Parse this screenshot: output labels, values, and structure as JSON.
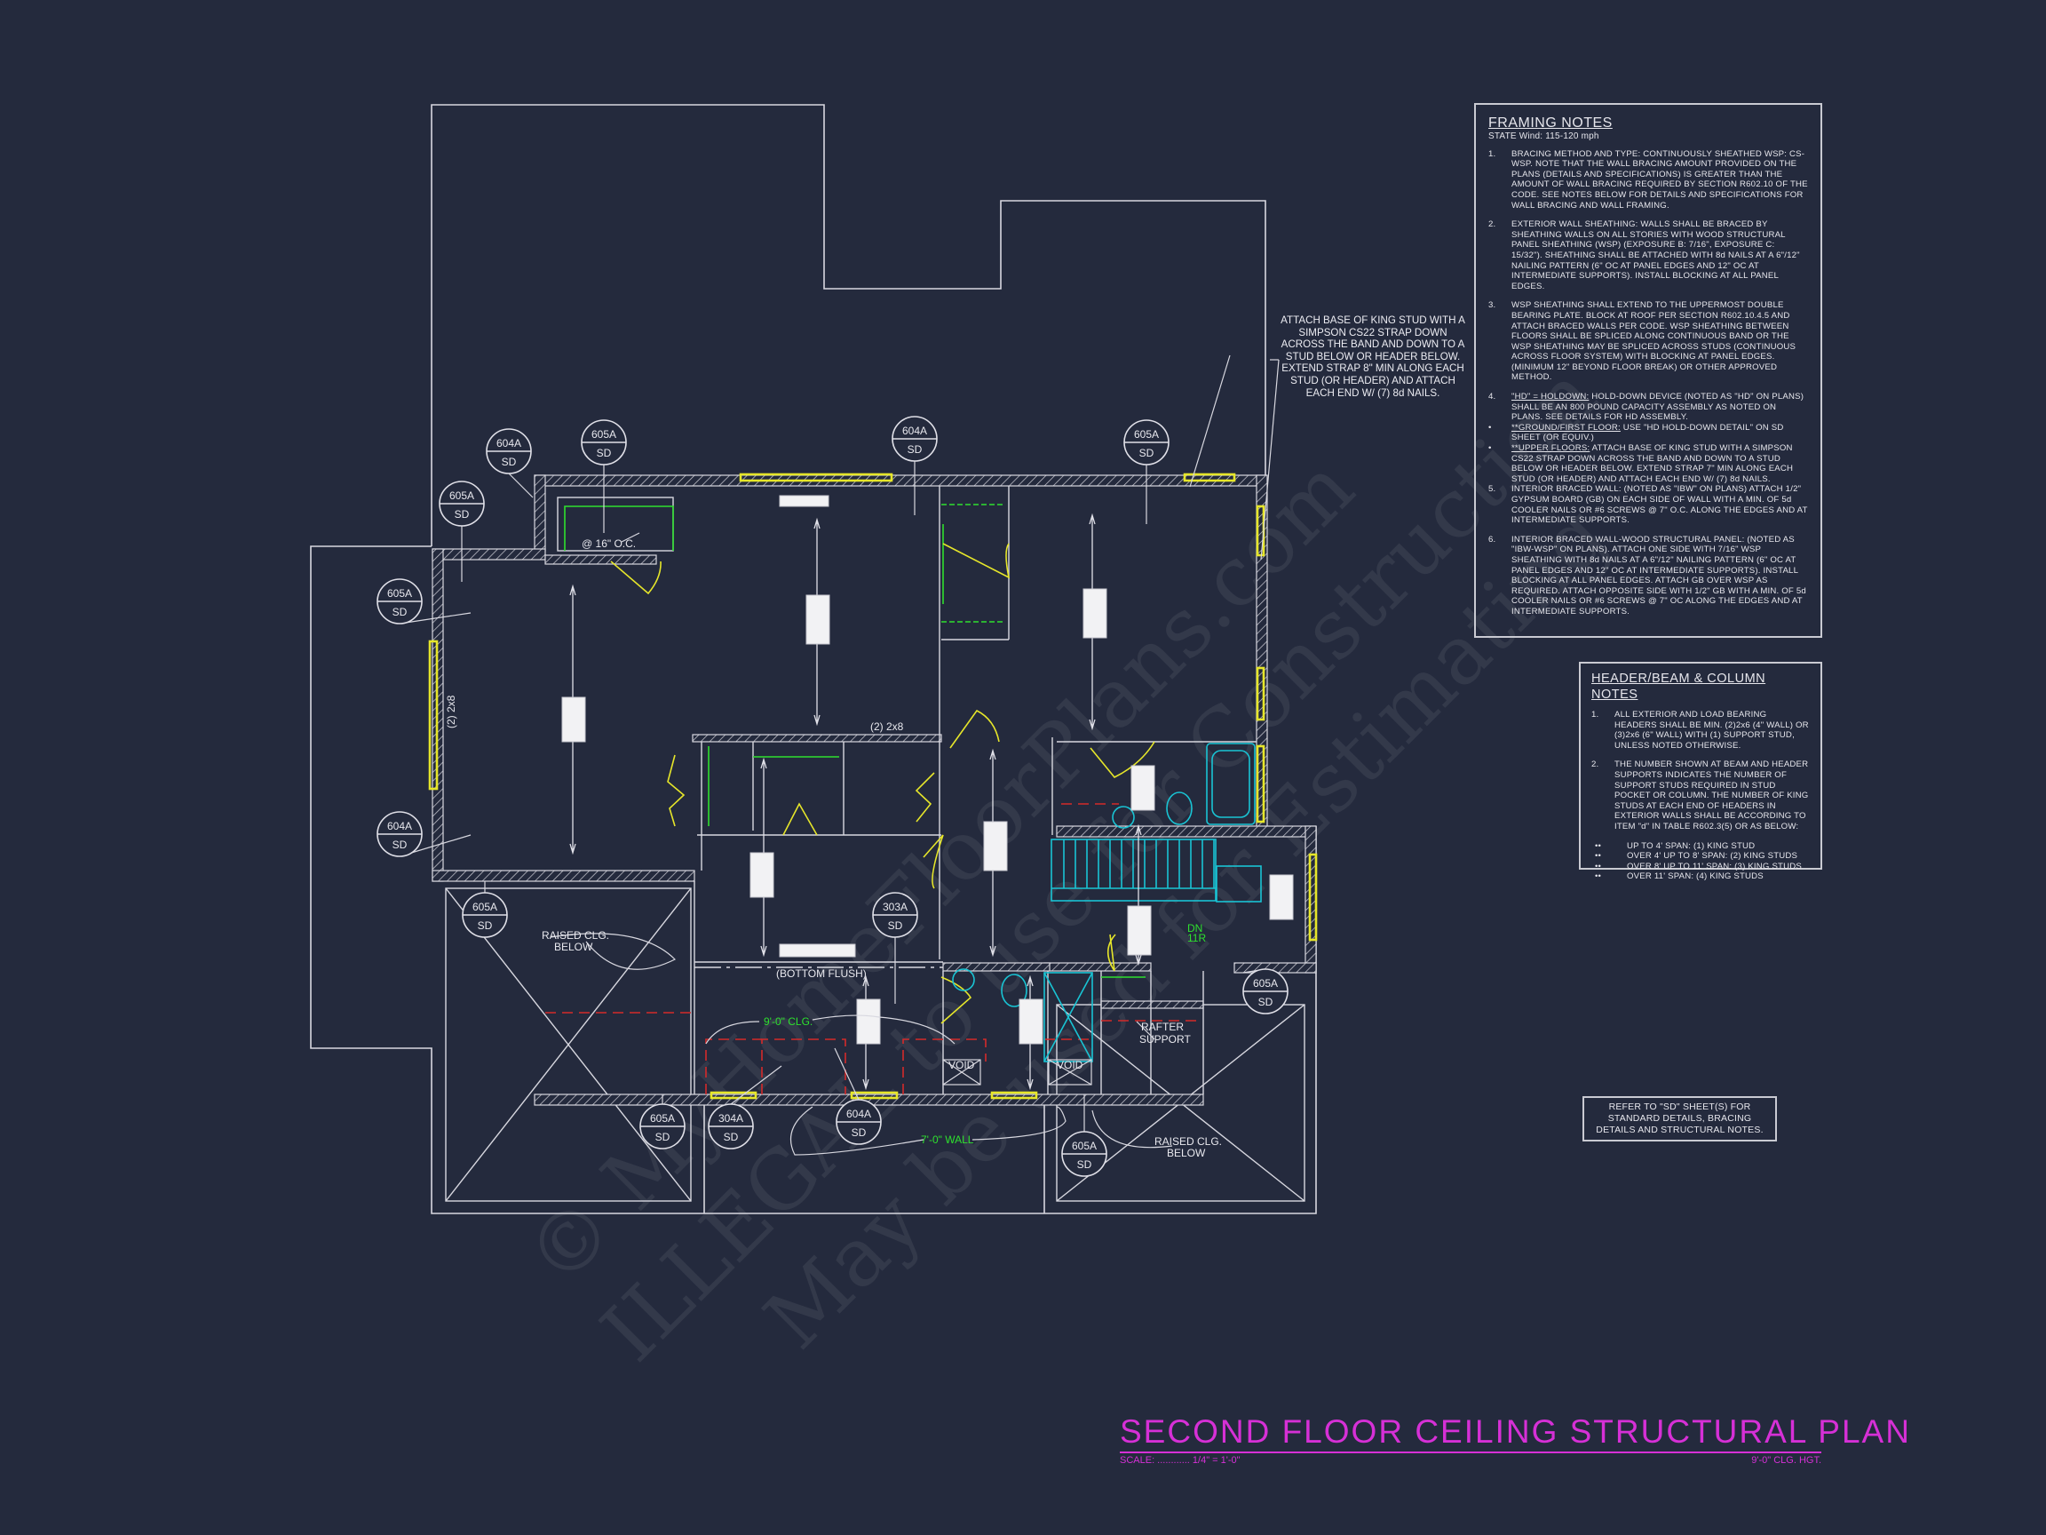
{
  "sheet": {
    "title": "SECOND FLOOR CEILING STRUCTURAL PLAN",
    "scale_label": "SCALE: ............ 1/4\" = 1'-0\"",
    "ceiling_height": "9'-0\" CLG. HGT."
  },
  "watermark": {
    "line1": "© MyHomeFloorPlans.com",
    "line2": "ILLEGAL to use for Construction",
    "line3": "May be used for Estimating"
  },
  "framing_notes": {
    "title": "FRAMING NOTES",
    "subtitle": "STATE Wind: 115-120 mph",
    "items": [
      {
        "num": "1.",
        "lead": "",
        "text": "BRACING METHOD AND TYPE: CONTINUOUSLY SHEATHED WSP: CS-WSP. NOTE THAT THE WALL BRACING AMOUNT PROVIDED ON THE PLANS (DETAILS AND SPECIFICATIONS) IS GREATER THAN THE AMOUNT OF WALL BRACING REQUIRED BY SECTION R602.10 OF THE CODE. SEE NOTES BELOW FOR DETAILS AND SPECIFICATIONS FOR WALL BRACING AND WALL FRAMING."
      },
      {
        "num": "2.",
        "lead": "",
        "text": "EXTERIOR WALL SHEATHING: WALLS SHALL BE BRACED BY SHEATHING WALLS ON ALL STORIES WITH WOOD STRUCTURAL PANEL SHEATHING (WSP) (EXPOSURE B: 7/16\", EXPOSURE C: 15/32\"). SHEATHING SHALL BE ATTACHED WITH 8d NAILS AT A 6\"/12\" NAILING PATTERN (6\" OC AT PANEL EDGES AND 12\" OC AT INTERMEDIATE SUPPORTS). INSTALL BLOCKING AT ALL PANEL EDGES."
      },
      {
        "num": "3.",
        "lead": "",
        "text": "WSP SHEATHING SHALL EXTEND TO THE UPPERMOST DOUBLE BEARING PLATE. BLOCK AT ROOF PER SECTION R602.10.4.5 AND ATTACH BRACED WALLS PER CODE. WSP SHEATHING BETWEEN FLOORS SHALL BE SPLICED ALONG CONTINUOUS BAND OR THE WSP SHEATHING MAY BE SPLICED ACROSS STUDS (CONTINUOUS ACROSS FLOOR SYSTEM) WITH BLOCKING AT PANEL EDGES. (MINIMUM 12\" BEYOND FLOOR BREAK) OR OTHER APPROVED METHOD."
      },
      {
        "num": "4.",
        "lead": "\"HD\" = HOLDOWN:",
        "text": " HOLD-DOWN DEVICE (NOTED AS \"HD\" ON PLANS) SHALL BE AN 800 POUND CAPACITY ASSEMBLY AS NOTED ON PLANS. SEE DETAILS FOR HD ASSEMBLY."
      },
      {
        "num": "•",
        "lead": "**GROUND/FIRST FLOOR:",
        "text": "  USE \"HD HOLD-DOWN DETAIL\" ON SD SHEET (OR EQUIV.)"
      },
      {
        "num": "•",
        "lead": "**UPPER FLOORS:",
        "text": " ATTACH BASE OF KING STUD WITH A SIMPSON CS22 STRAP DOWN ACROSS THE BAND AND DOWN TO A STUD BELOW OR HEADER BELOW. EXTEND STRAP 7\" MIN ALONG EACH STUD (OR HEADER) AND ATTACH EACH END W/ (7) 8d NAILS."
      },
      {
        "num": "5.",
        "lead": "",
        "text": "INTERIOR BRACED WALL: (NOTED AS \"IBW\" ON PLANS) ATTACH 1/2\" GYPSUM BOARD (GB) ON EACH SIDE OF WALL WITH A MIN. OF 5d COOLER NAILS OR #6 SCREWS @ 7\" O.C. ALONG THE EDGES AND AT INTERMEDIATE SUPPORTS."
      },
      {
        "num": "6.",
        "lead": "",
        "text": "INTERIOR BRACED WALL-WOOD STRUCTURAL PANEL: (NOTED AS \"IBW-WSP\" ON PLANS). ATTACH ONE SIDE WITH 7/16\" WSP SHEATHING WITH 8d NAILS AT A 6\"/12\" NAILING PATTERN (6\" OC AT PANEL EDGES AND 12\" OC AT INTERMEDIATE SUPPORTS). INSTALL BLOCKING AT ALL PANEL EDGES. ATTACH GB OVER WSP AS REQUIRED. ATTACH OPPOSITE SIDE WITH 1/2\" GB WITH A MIN. OF 5d COOLER NAILS OR #6 SCREWS @ 7\" OC ALONG THE EDGES AND AT INTERMEDIATE SUPPORTS."
      }
    ]
  },
  "header_notes": {
    "title": "HEADER/BEAM & COLUMN NOTES",
    "items": [
      {
        "num": "1.",
        "text": "ALL EXTERIOR AND LOAD BEARING HEADERS SHALL BE MIN. (2)2x6 (4\" WALL) OR (3)2x6 (6\" WALL) WITH (1) SUPPORT STUD, UNLESS NOTED OTHERWISE."
      },
      {
        "num": "2.",
        "text": "THE NUMBER SHOWN AT BEAM AND HEADER SUPPORTS INDICATES THE NUMBER OF SUPPORT STUDS REQUIRED IN STUD POCKET OR COLUMN. THE NUMBER OF KING STUDS AT EACH END OF HEADERS IN EXTERIOR WALLS SHALL BE ACCORDING TO ITEM \"d\" IN TABLE R602.3(5) OR AS BELOW:"
      }
    ],
    "bullets": [
      {
        "num": "••",
        "text": "UP TO 4' SPAN: (1) KING STUD"
      },
      {
        "num": "••",
        "text": "OVER 4' UP TO 8' SPAN: (2) KING STUDS"
      },
      {
        "num": "••",
        "text": "OVER 8' UP TO 11' SPAN: (3) KING STUDS"
      },
      {
        "num": "••",
        "text": "OVER 11' SPAN: (4) KING STUDS"
      }
    ]
  },
  "refer_note": "REFER TO \"SD\" SHEET(S) FOR STANDARD DETAILS, BRACING DETAILS AND STRUCTURAL NOTES.",
  "strap_note": "ATTACH BASE OF KING STUD WITH A SIMPSON CS22 STRAP DOWN ACROSS THE BAND AND DOWN TO A STUD BELOW OR HEADER BELOW. EXTEND STRAP 8\" MIN ALONG EACH STUD (OR HEADER) AND ATTACH EACH END W/ (7) 8d NAILS.",
  "plan_labels": {
    "oc": "@ 16\" O.C.",
    "beam_left": "(2) 2x8",
    "beam_mid": "(2) 2x8",
    "bottom_flush": "(BOTTOM FLUSH)",
    "raised_left_1": "RAISED CLG.",
    "raised_left_2": "BELOW",
    "raised_right_1": "RAISED CLG.",
    "raised_right_2": "BELOW",
    "clg": "9'-0\" CLG.",
    "rafter_1": "RAFTER",
    "rafter_2": "SUPPORT",
    "wall": "7'-0\" WALL",
    "void_1": "VOID",
    "void_2": "VOID",
    "stair_1": "DN",
    "stair_2": "11R"
  },
  "callouts": [
    {
      "top": "604A",
      "bottom": "SD"
    },
    {
      "top": "605A",
      "bottom": "SD"
    },
    {
      "top": "604A",
      "bottom": "SD"
    },
    {
      "top": "605A",
      "bottom": "SD"
    },
    {
      "top": "605A",
      "bottom": "SD"
    },
    {
      "top": "605A",
      "bottom": "SD"
    },
    {
      "top": "604A",
      "bottom": "SD"
    },
    {
      "top": "605A",
      "bottom": "SD"
    },
    {
      "top": "303A",
      "bottom": "SD"
    },
    {
      "top": "605A",
      "bottom": "SD"
    },
    {
      "top": "605A",
      "bottom": "SD"
    },
    {
      "top": "304A",
      "bottom": "SD"
    },
    {
      "top": "604A",
      "bottom": "SD"
    },
    {
      "top": "605A",
      "bottom": "SD"
    }
  ],
  "colors": {
    "background": "#242a3d",
    "line": "#d8d8e0",
    "window": "#e6e62a",
    "green": "#2ee02e",
    "cyan": "#19c4d4",
    "red_dashed": "#d42a2a",
    "title": "#d630d6"
  }
}
